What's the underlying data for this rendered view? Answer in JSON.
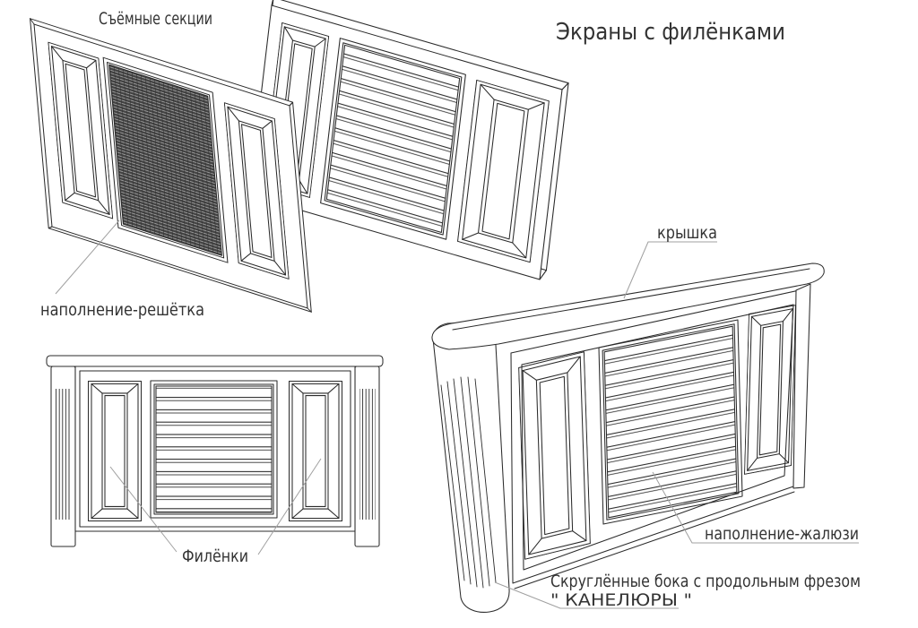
{
  "title": "Экраны с филёнками",
  "labels": {
    "removable_sections": "Съёмные секции",
    "infill_grid": "наполнение-решётка",
    "cover": "крышка",
    "panels": "Филёнки",
    "infill_louvers": "наполнение-жалюзи",
    "rounded_sides_line1": "Скруглённые бока с продольным фрезом",
    "rounded_sides_line2": "\"  КАНЕЛЮРЫ \""
  },
  "colors": {
    "background": "#ffffff",
    "line": "#2b2b2b",
    "label_text": "#333333",
    "leader_line": "#a0a0a0",
    "lattice_fill": "#424242",
    "lattice_stripe": "#9d9d9d"
  }
}
